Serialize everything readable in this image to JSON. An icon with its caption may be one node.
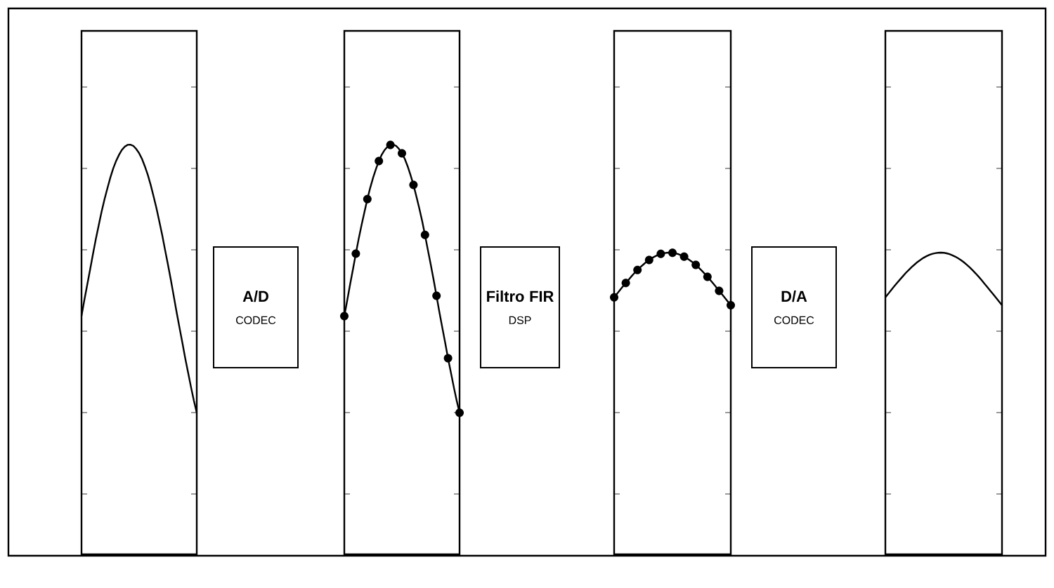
{
  "diagram": {
    "nodes": [
      {
        "text": [
          "A/D",
          "CODEC"
        ]
      },
      {
        "text": [
          "Filtro FIR",
          "DSP"
        ]
      },
      {
        "text": [
          "D/A",
          "CODEC"
        ]
      }
    ]
  }
}
